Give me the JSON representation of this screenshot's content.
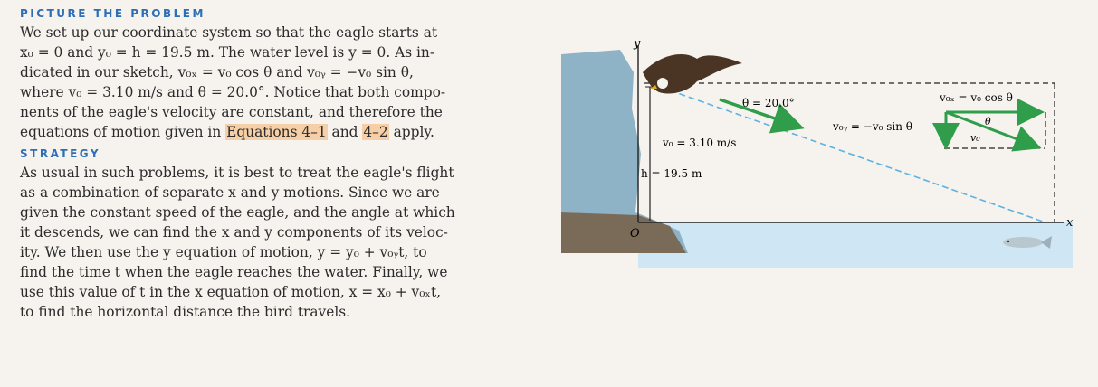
{
  "problem": {
    "heading": "PICTURE THE PROBLEM",
    "lines": [
      "We set up our coordinate system so that the eagle starts at",
      "x₀ = 0 and y₀ = h = 19.5 m. The water level is y = 0. As in-",
      "dicated in our sketch, v₀ₓ = v₀ cos θ and v₀ᵧ = −v₀ sin θ,",
      "where v₀ = 3.10 m/s and θ = 20.0°. Notice that both compo-",
      "nents of the eagle's velocity are constant, and therefore the"
    ],
    "last_line_pre": "equations of motion given in ",
    "link1": "Equations 4–1",
    "last_line_mid": " and ",
    "link2": "4–2",
    "last_line_post": " apply."
  },
  "strategy": {
    "heading": "STRATEGY",
    "lines": [
      "As usual in such problems, it is best to treat the eagle's flight",
      "as a combination of separate x and y motions. Since we are",
      "given the constant speed of the eagle, and the angle at which",
      "it descends, we can find the x and y components of its veloc-",
      "ity. We then use the y equation of motion, y = y₀ + v₀ᵧt, to",
      "find the time t when the eagle reaches the water. Finally, we",
      "use this value of t in the x equation of motion, x = x₀ + v₀ₓt,",
      "to find the horizontal distance the bird travels."
    ]
  },
  "figure": {
    "y_axis": "y",
    "x_axis": "x",
    "origin": "O",
    "angle": "θ = 20.0°",
    "speed": "v₀ = 3.10 m/s",
    "height": "h = 19.5 m",
    "vy": "v₀ᵧ = −v₀ sin θ",
    "vx": "v₀ₓ = v₀ cos θ",
    "theta": "θ",
    "v0": "v₀",
    "colors": {
      "vector": "#2f9d4a",
      "path": "#5db2e0",
      "water": "#cfe6f4"
    }
  }
}
